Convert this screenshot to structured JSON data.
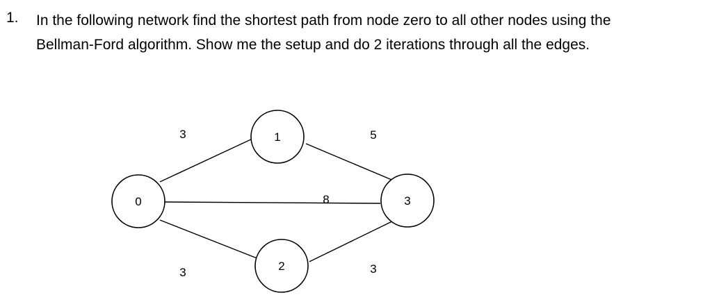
{
  "question": {
    "number": "1.",
    "lines": [
      "In the following network find the shortest path from node zero to all other nodes using the",
      "Bellman-Ford algorithm.  Show me the setup and do 2 iterations through all the edges."
    ]
  },
  "graph": {
    "nodes": [
      {
        "id": "0",
        "label": "0"
      },
      {
        "id": "1",
        "label": "1"
      },
      {
        "id": "2",
        "label": "2"
      },
      {
        "id": "3",
        "label": "3"
      }
    ],
    "edges": [
      {
        "from": "0",
        "to": "1",
        "weight": "3"
      },
      {
        "from": "0",
        "to": "2",
        "weight": "3"
      },
      {
        "from": "0",
        "to": "3",
        "weight": "8"
      },
      {
        "from": "1",
        "to": "3",
        "weight": "5"
      },
      {
        "from": "2",
        "to": "3",
        "weight": "3"
      }
    ]
  }
}
